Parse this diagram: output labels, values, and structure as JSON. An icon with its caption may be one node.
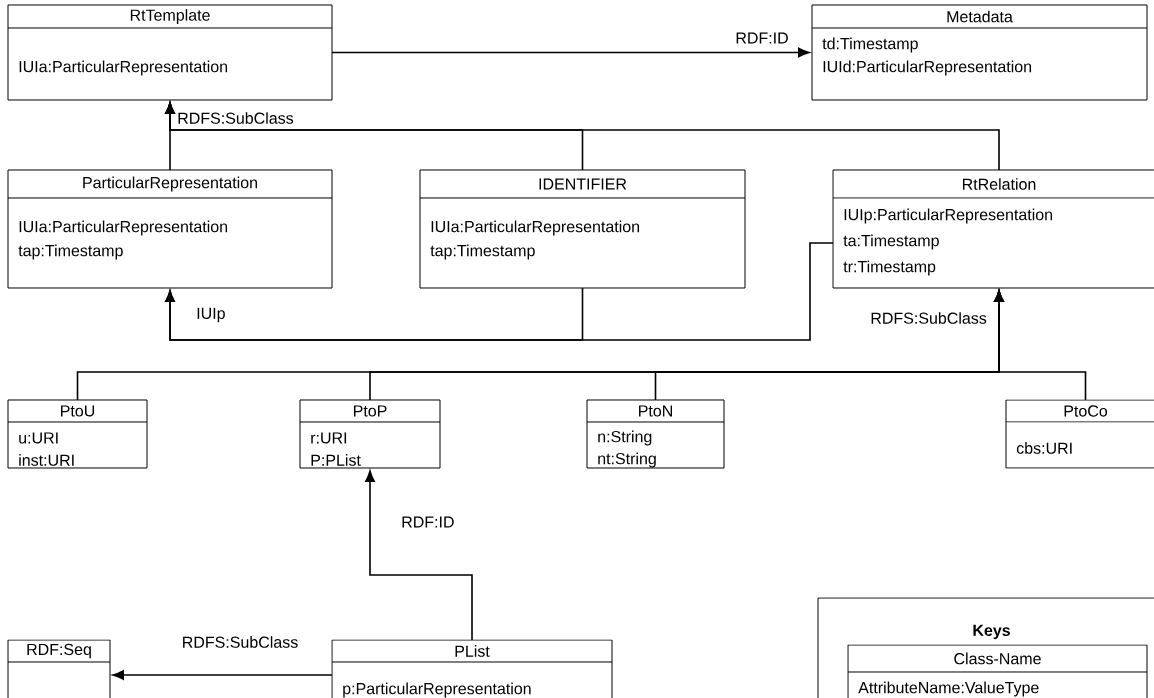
{
  "diagram": {
    "nodes": [
      {
        "text": [
          "RtTemplate",
          "IUIa:ParticularRepresentation"
        ]
      },
      {
        "text": [
          "Metadata",
          "td:Timestamp",
          "IUId:ParticularRepresentation"
        ]
      },
      {
        "text": [
          "ParticularRepresentation",
          "IUIa:ParticularRepresentation",
          "tap:Timestamp"
        ]
      },
      {
        "text": [
          "IDENTIFIER",
          "IUIa:ParticularRepresentation",
          "tap:Timestamp"
        ]
      },
      {
        "text": [
          "RtRelation",
          "IUIp:ParticularRepresentation",
          "ta:Timestamp",
          "tr:Timestamp"
        ]
      },
      {
        "text": [
          "PtoU",
          "u:URI",
          "inst:URI"
        ]
      },
      {
        "text": [
          "PtoP",
          "r:URI",
          "P:PList"
        ]
      },
      {
        "text": [
          "PtoN",
          "n:String",
          "nt:String"
        ]
      },
      {
        "text": [
          "PtoCo",
          "cbs:URI"
        ]
      },
      {
        "text": [
          "Keys"
        ]
      },
      {
        "text": [
          "Class-Name",
          "AttributeName:ValueType"
        ],
        "in": 9
      },
      {
        "text": [
          "RDF:Seq"
        ]
      },
      {
        "text": [
          "PList",
          "p:ParticularRepresentation"
        ]
      }
    ],
    "edges": [
      {
        "from": 0,
        "to": 1,
        "arrow": "to",
        "label": "RDF:ID"
      },
      {
        "from": 2,
        "to": 0,
        "arrow": "to",
        "label": "RDFS:SubClass"
      },
      {
        "from": 3,
        "to": 0,
        "arrow": "to"
      },
      {
        "from": 4,
        "to": 0,
        "arrow": "to"
      },
      {
        "from": 3,
        "to": 2,
        "arrow": "to",
        "label": "IUIp"
      },
      {
        "from": 4,
        "to": 2,
        "arrow": "to"
      },
      {
        "from": 5,
        "to": 4,
        "arrow": "to",
        "label": "RDFS:SubClass"
      },
      {
        "from": 6,
        "to": 4,
        "arrow": "to"
      },
      {
        "from": 7,
        "to": 4,
        "arrow": "to"
      },
      {
        "from": 8,
        "to": 4,
        "arrow": "to"
      },
      {
        "from": 12,
        "to": 6,
        "arrow": "to",
        "label": "RDF:ID"
      },
      {
        "from": 12,
        "to": 11,
        "arrow": "to",
        "label": "RDFS:SubClass"
      }
    ]
  }
}
